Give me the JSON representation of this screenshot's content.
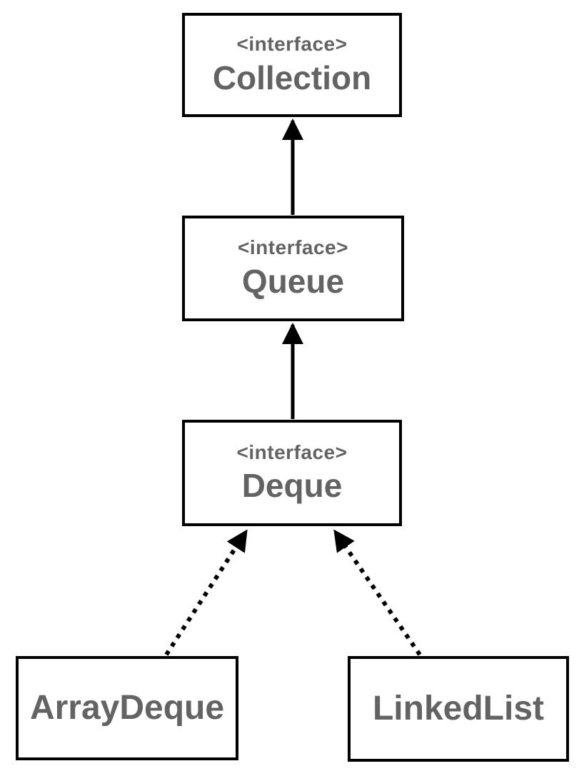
{
  "diagram": {
    "type": "uml-class-hierarchy",
    "background_color": "#ffffff",
    "box_border_color": "#000000",
    "text_color": "#636363",
    "arrow_color": "#000000",
    "nodes": {
      "collection": {
        "stereotype": "<interface>",
        "name": "Collection"
      },
      "queue": {
        "stereotype": "<interface>",
        "name": "Queue"
      },
      "deque": {
        "stereotype": "<interface>",
        "name": "Deque"
      },
      "arraydeque": {
        "name": "ArrayDeque"
      },
      "linkedlist": {
        "name": "LinkedList"
      }
    },
    "edges": [
      {
        "from": "Queue",
        "to": "Collection",
        "line_style": "solid",
        "arrowhead": "filled-triangle"
      },
      {
        "from": "Deque",
        "to": "Queue",
        "line_style": "solid",
        "arrowhead": "filled-triangle"
      },
      {
        "from": "ArrayDeque",
        "to": "Deque",
        "line_style": "dashed",
        "arrowhead": "filled-triangle"
      },
      {
        "from": "LinkedList",
        "to": "Deque",
        "line_style": "dashed",
        "arrowhead": "filled-triangle"
      }
    ]
  }
}
